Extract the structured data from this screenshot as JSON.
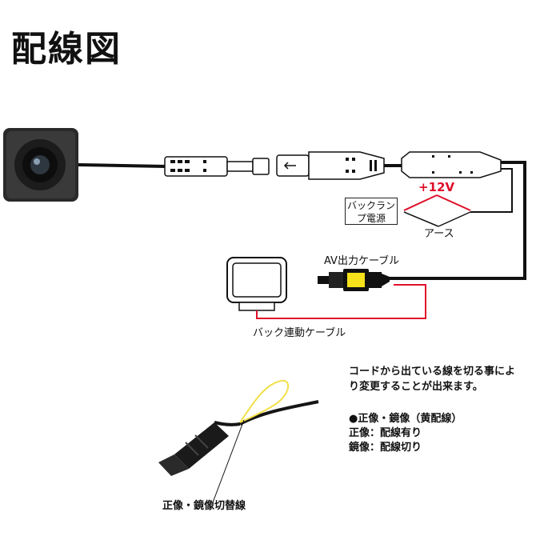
{
  "title": "配線図",
  "labels": {
    "power_plus": "+12V",
    "backlamp_line1": "バックラン",
    "backlamp_line2": "プ電源",
    "earth": "アース",
    "av_cable": "AV出力ケーブル",
    "back_link_cable": "バック連動ケーブル",
    "switch_wire": "正像・鏡像切替線"
  },
  "notes": {
    "line1": "コードから出ている線を切る事によ",
    "line2": "り変更することが出来ます。",
    "mode_title": "●正像・鏡像（黄配線）",
    "mode_normal": "正像：配線有り",
    "mode_mirror": "鏡像：配線切り"
  },
  "colors": {
    "wire": "#111111",
    "power": "#e0102a",
    "rca_plug": "#f5e21a",
    "switch_loop": "#f2e04a"
  }
}
